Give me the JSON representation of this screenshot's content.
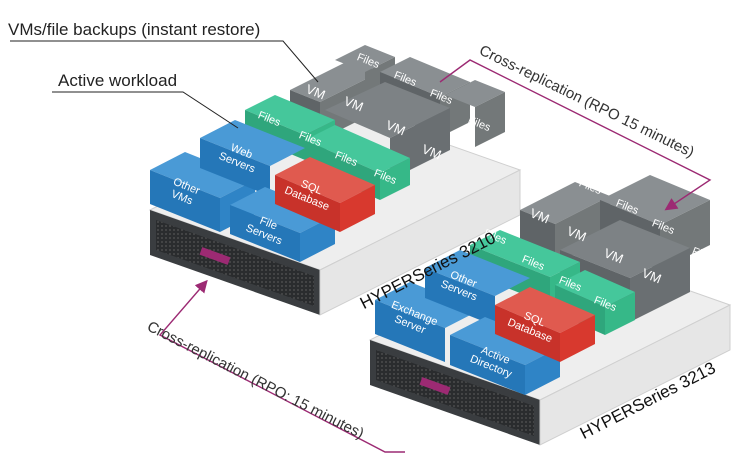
{
  "callouts": {
    "backup": "VMs/file backups (instant restore)",
    "active": "Active workload"
  },
  "replication": {
    "top": "Cross-replication (RPO 15 minutes)",
    "bottom": "Cross-replication (RPO: 15 minutes)"
  },
  "servers": [
    {
      "model": "HYPERSeries 3210",
      "blue_blocks": [
        "Other\nVMs",
        "Web\nServers",
        "File\nServers"
      ],
      "red_block": "SQL\nDatabase",
      "green_label": "Files",
      "backup_vm_label": "VM",
      "backup_file_label": "Files"
    },
    {
      "model": "HYPERSeries 3213",
      "blue_blocks": [
        "Exchange\nServer",
        "Other\nServers",
        "Active\nDirectory"
      ],
      "red_block": "SQL\nDatabase",
      "green_label": "Files",
      "backup_vm_label": "VM",
      "backup_file_label": "Files"
    }
  ],
  "colors": {
    "blue": "#2f84c6",
    "red": "#d8392e",
    "green": "#2fb489",
    "gray": "#6f7477",
    "chassis": "#e4e4e4",
    "accent": "#9c2a73"
  }
}
